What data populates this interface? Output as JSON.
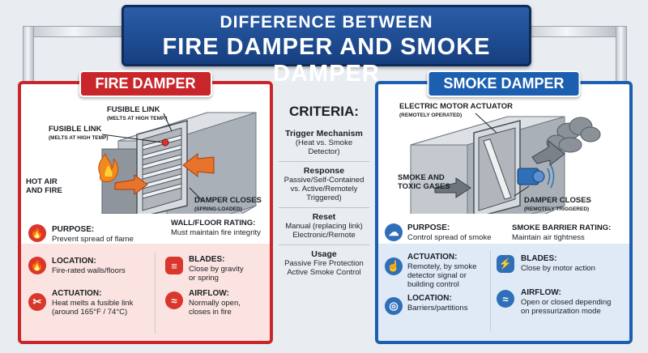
{
  "title": {
    "line1": "DIFFERENCE BETWEEN",
    "line2": "FIRE DAMPER AND SMOKE DAMPER"
  },
  "fire": {
    "heading": "FIRE DAMPER",
    "labels": {
      "fusible_link_top": "FUSIBLE LINK",
      "fusible_link_top_sub": "(MELTS AT HIGH TEMP.)",
      "fusible_link_left": "FUSIBLE LINK",
      "fusible_link_left_sub": "(MELTS AT HIGH TEMP)",
      "hot_air": "HOT AIR",
      "and_fire": "AND FIRE",
      "damper_closes": "DAMPER CLOSES",
      "damper_closes_sub": "(SPRING-LOADED)"
    },
    "rating_title": "WALL/FLOOR RATING:",
    "rating_text": "Must maintain fire integrity",
    "purpose_title": "PURPOSE:",
    "purpose_text": "Prevent spread of flame",
    "location_title": "LOCATION:",
    "location_text": "Fire-rated walls/floors",
    "actuation_title": "ACTUATION:",
    "actuation_text1": "Heat melts a fusible link",
    "actuation_text2": "(around 165°F / 74°C)",
    "blades_title": "BLADES:",
    "blades_text1": "Close by gravity",
    "blades_text2": "or spring",
    "airflow_title": "AIRFLOW:",
    "airflow_text1": "Normally open,",
    "airflow_text2": "closes in fire"
  },
  "criteria": {
    "heading": "CRITERIA:",
    "items": [
      {
        "title": "Trigger Mechanism",
        "lines": [
          "(Heat vs. Smoke",
          "Detector)"
        ]
      },
      {
        "title": "Response",
        "lines": [
          "Passive/Self-Contained",
          "vs. Active/Remotely",
          "Triggered)"
        ]
      },
      {
        "title": "Reset",
        "lines": [
          "Manual (replacing link)",
          "Electronic/Remote"
        ]
      },
      {
        "title": "Usage",
        "lines": [
          "Passive Fire Protection",
          "Active Smoke Control"
        ]
      }
    ]
  },
  "smoke": {
    "heading": "SMOKE DAMPER",
    "labels": {
      "actuator": "ELECTRIC MOTOR ACTUATOR",
      "actuator_sub": "(REMOTELY OPERATED)",
      "smoke_and": "SMOKE AND",
      "toxic": "TOXIC GASES",
      "damper_closes": "DAMPER CLOSES",
      "damper_closes_sub": "(REMOTELY TRIGGERED)"
    },
    "barrier_title": "SMOKE BARRIER RATING:",
    "barrier_text": "Maintain air tightness",
    "purpose_title": "PURPOSE:",
    "purpose_text": "Control spread of smoke",
    "actuation_title": "ACTUATION:",
    "actuation_text1": "Remotely, by smoke",
    "actuation_text2": "detector signal or",
    "actuation_text3": "building control",
    "location_title": "LOCATION:",
    "location_text": "Barriers/partitions",
    "blades_title": "BLADES:",
    "blades_text": "Close by motor action",
    "airflow_title": "AIRFLOW:",
    "airflow_text1": "Open or closed depending",
    "airflow_text2": "on pressurization mode"
  },
  "colors": {
    "fire_accent": "#c9262b",
    "smoke_accent": "#1c5fb0",
    "title_bg": "#1f4f96"
  },
  "icons": {
    "purpose_fire": "flame-icon",
    "location_fire": "flame-icon",
    "actuation_fire": "fusible-link-icon",
    "blades_fire": "blades-icon",
    "airflow_fire": "airflow-icon",
    "purpose_smoke": "cloud-icon",
    "actuation_smoke": "touch-icon",
    "location_smoke": "location-icon",
    "blades_smoke": "lightning-icon",
    "airflow_smoke": "airflow-icon"
  }
}
